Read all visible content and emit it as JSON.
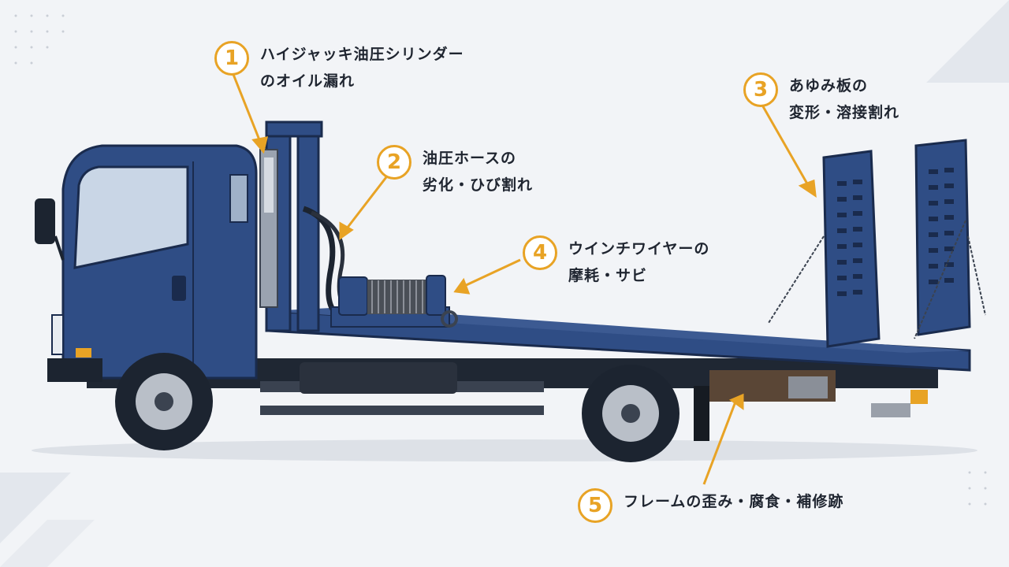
{
  "callouts": [
    {
      "number": "1",
      "text": "ハイジャッキ油圧シリンダー\nのオイル漏れ"
    },
    {
      "number": "2",
      "text": "油圧ホースの\n劣化・ひび割れ"
    },
    {
      "number": "3",
      "text": "あゆみ板の\n変形・溶接割れ"
    },
    {
      "number": "4",
      "text": "ウインチワイヤーの\n摩耗・サビ"
    },
    {
      "number": "5",
      "text": "フレームの歪み・腐食・補修跡"
    }
  ],
  "colors": {
    "accent": "#e8a325",
    "truck_body": "#2f4d85",
    "truck_dark": "#1f3360",
    "frame": "#1c2430",
    "background": "#f2f4f7"
  }
}
